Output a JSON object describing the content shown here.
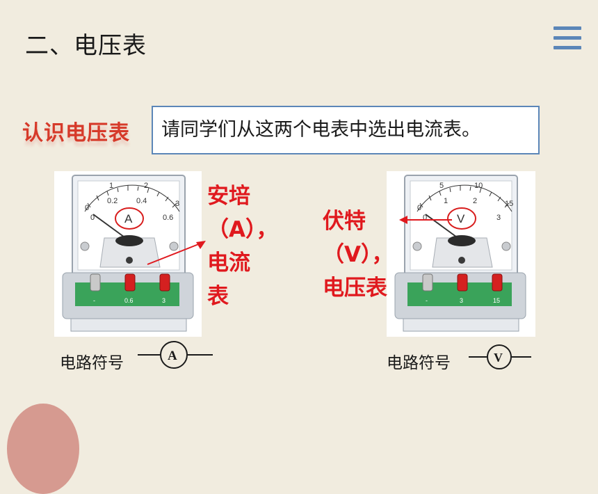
{
  "slide": {
    "title": "二、电压表",
    "section_label": "认识电压表",
    "prompt": "请同学们从这两个电表中选出电流表。"
  },
  "ammeter": {
    "scale_top": [
      "1",
      "2",
      "3"
    ],
    "scale_bottom": [
      "0",
      "0.2",
      "0.4",
      "0.6"
    ],
    "zero_top": "0",
    "dial_letter": "A",
    "terminals": [
      "-",
      "0.6",
      "3"
    ],
    "note_lines": [
      "安培",
      "（A），",
      "电流",
      "表"
    ],
    "symbol_label": "电路符号",
    "symbol_letter": "A"
  },
  "voltmeter": {
    "scale_top": [
      "5",
      "10",
      "15"
    ],
    "scale_bottom": [
      "0",
      "1",
      "2",
      "3"
    ],
    "zero_top": "0",
    "dial_letter": "V",
    "terminals": [
      "-",
      "3",
      "15"
    ],
    "note_lines": [
      "伏特",
      "（V），",
      "电压表"
    ],
    "symbol_label": "电路符号",
    "symbol_letter": "V"
  },
  "colors": {
    "background": "#f1ecdf",
    "accent_blue": "#5b86b8",
    "note_red": "#e0191e",
    "label_red": "#d63a2a",
    "meter_base_green": "#3aa35a",
    "deco_circle": "#d69a90"
  }
}
